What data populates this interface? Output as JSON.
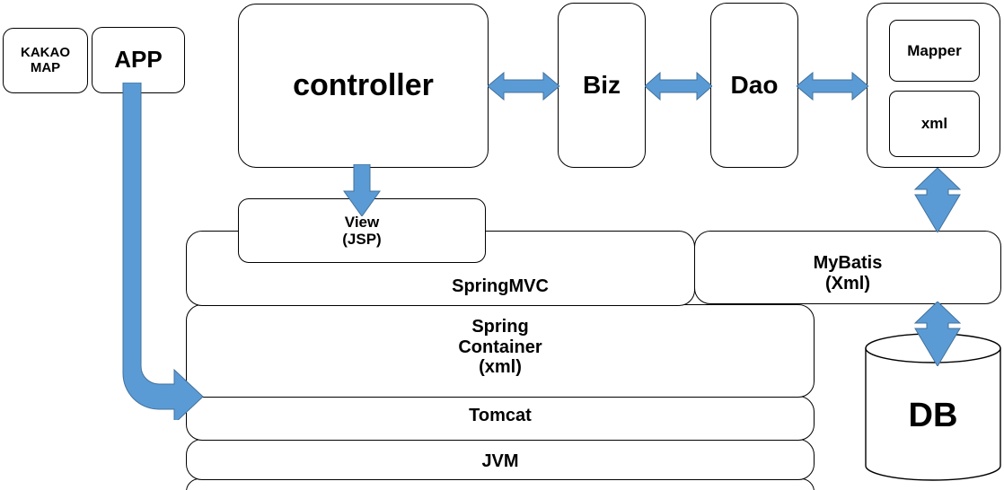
{
  "diagram": {
    "title": "Spring MVC MyBatis application architecture",
    "accent_color": "#5B9BD5",
    "accent_stroke_color": "#41719C",
    "outline_color": "#000000",
    "background_color": "#FFFFFF"
  },
  "clients": {
    "kakao_map": {
      "line1": "KAKAO",
      "line2": "MAP"
    },
    "app": {
      "label": "APP"
    }
  },
  "layers_top": {
    "controller": {
      "label": "controller"
    },
    "biz": {
      "label": "Biz"
    },
    "dao": {
      "label": "Dao"
    },
    "mapper_group": {
      "mapper": {
        "label": "Mapper"
      },
      "xml": {
        "label": "xml"
      }
    }
  },
  "view": {
    "line1": "View",
    "line2": "(JSP)"
  },
  "platform": {
    "springmvc": {
      "label": "SpringMVC"
    },
    "spring_container": {
      "line1": "Spring",
      "line2": "Container",
      "line3": "(xml)"
    },
    "tomcat": {
      "label": "Tomcat"
    },
    "jvm": {
      "label": "JVM"
    }
  },
  "persistence": {
    "mybatis": {
      "line1": "MyBatis",
      "line2": "(Xml)"
    },
    "db": {
      "label": "DB"
    }
  },
  "connectors": [
    {
      "name": "controller-biz",
      "type": "double-horizontal"
    },
    {
      "name": "biz-dao",
      "type": "double-horizontal"
    },
    {
      "name": "dao-mapper",
      "type": "double-horizontal"
    },
    {
      "name": "controller-view",
      "type": "down"
    },
    {
      "name": "mapper-mybatis",
      "type": "double-vertical"
    },
    {
      "name": "mybatis-db",
      "type": "double-vertical"
    },
    {
      "name": "app-tomcat",
      "type": "elbow-right"
    }
  ]
}
